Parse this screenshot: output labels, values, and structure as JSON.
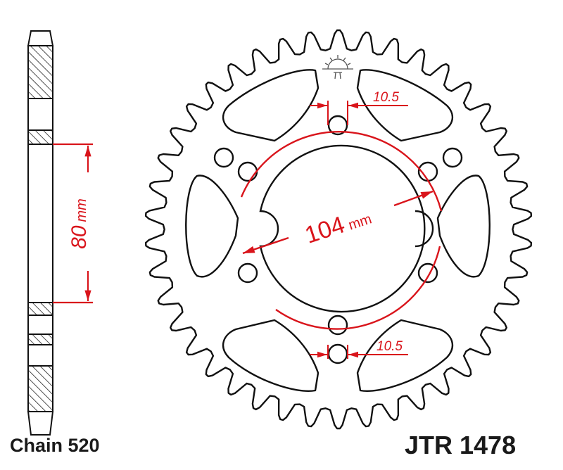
{
  "chain_label": "Chain 520",
  "part_number": "JTR 1478",
  "dimensions": {
    "hub_offset": {
      "value": "80",
      "unit": "mm"
    },
    "pcd": {
      "value": "104",
      "unit": "mm"
    },
    "hole_top": "10.5",
    "hole_bottom": "10.5"
  },
  "colors": {
    "outline": "#111111",
    "dimension": "#d9141b"
  },
  "logo_icon": "rising-sun-logo-icon"
}
